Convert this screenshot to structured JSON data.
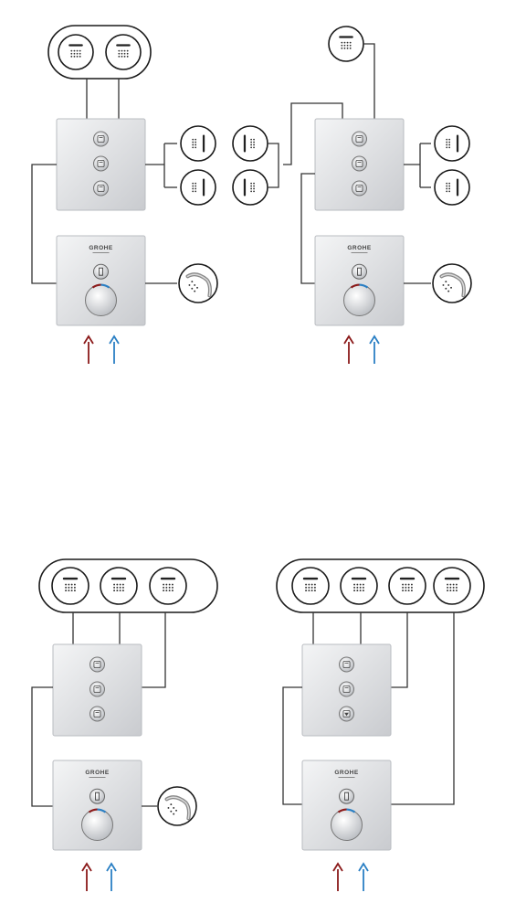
{
  "brand": {
    "logo_text": "GROHE"
  },
  "colors": {
    "line": "#333333",
    "panel_light": "#f4f5f6",
    "panel_dark": "#c9cbcf",
    "panel_edge": "#b9bcc1",
    "outlet_border": "#1a1a1a",
    "hot_arrow": "#8b1a1a",
    "cold_arrow": "#2a7fc4",
    "dot": "#333333",
    "bar": "#222222"
  },
  "legend": {
    "hot_arrow_icon": "arrow-up-hot",
    "cold_arrow_icon": "arrow-up-cold"
  },
  "configurations": [
    {
      "id": "config-1",
      "modules": [
        "three-button-module",
        "thermostat-one-button"
      ],
      "outlets": [
        "double-head-shower",
        "side-jet",
        "side-jet",
        "hand-shower"
      ],
      "inlets": [
        "hot",
        "cold"
      ]
    },
    {
      "id": "config-2",
      "modules": [
        "three-button-module",
        "thermostat-one-button"
      ],
      "outlets": [
        "head-shower",
        "side-jet",
        "side-jet",
        "side-jet",
        "side-jet",
        "hand-shower"
      ],
      "inlets": [
        "hot",
        "cold"
      ]
    },
    {
      "id": "config-3",
      "modules": [
        "three-button-module",
        "thermostat-one-button"
      ],
      "outlets": [
        "triple-head-shower",
        "hand-shower"
      ],
      "inlets": [
        "hot",
        "cold"
      ]
    },
    {
      "id": "config-4",
      "modules": [
        "three-button-module-with-tub",
        "thermostat-one-button"
      ],
      "outlets": [
        "quad-head-shower"
      ],
      "inlets": [
        "hot",
        "cold"
      ]
    }
  ]
}
